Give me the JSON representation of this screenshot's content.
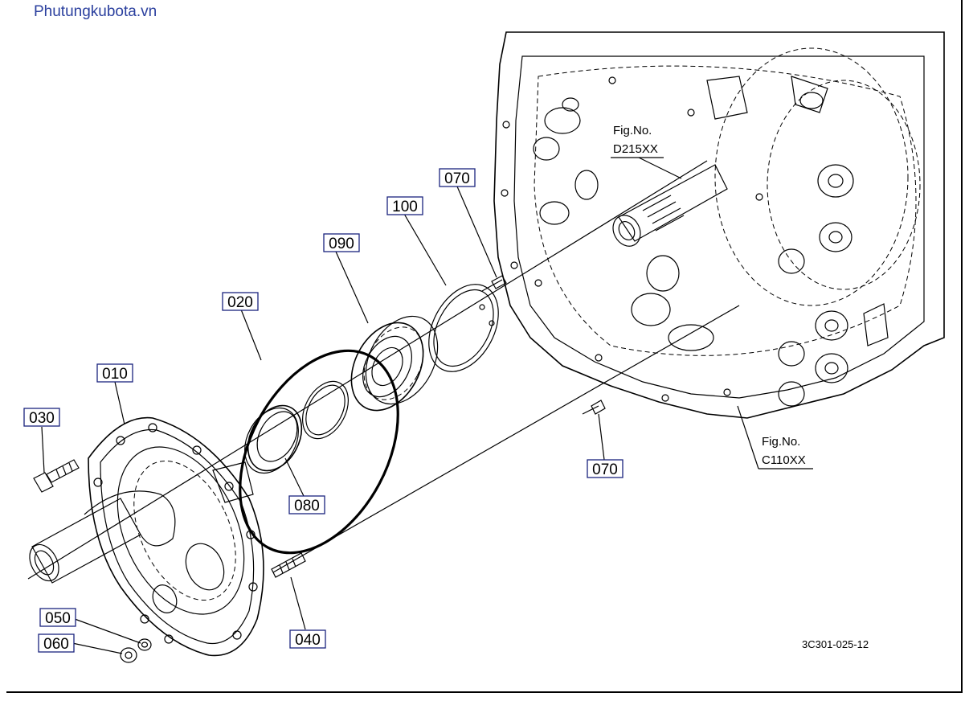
{
  "watermark": "Phutungkubota.vn",
  "drawing_code": "3C301-025-12",
  "part_labels": {
    "p010": "010",
    "p020": "020",
    "p030": "030",
    "p040": "040",
    "p050": "050",
    "p060": "060",
    "p070a": "070",
    "p070b": "070",
    "p080": "080",
    "p090": "090",
    "p100": "100"
  },
  "fig_refs": {
    "d215": {
      "line1": "Fig.No.",
      "line2": "D215XX"
    },
    "c110": {
      "line1": "Fig.No.",
      "line2": "C110XX"
    }
  }
}
